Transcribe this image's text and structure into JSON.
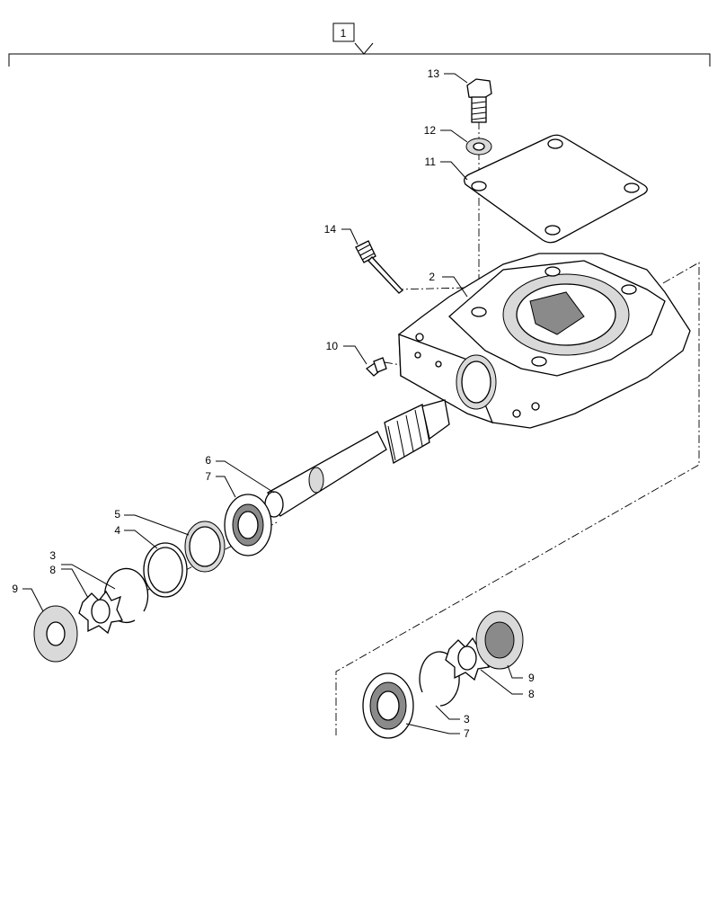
{
  "assembly": {
    "item": "1"
  },
  "callouts": {
    "c1": "2",
    "c2": "3",
    "c3": "4",
    "c4": "5",
    "c5": "6",
    "c6": "7",
    "c7": "8",
    "c8": "9",
    "c9": "10",
    "c10": "11",
    "c11": "12",
    "c12": "13",
    "c13": "14",
    "c14": "9",
    "c15": "8",
    "c16": "3",
    "c17": "7"
  }
}
